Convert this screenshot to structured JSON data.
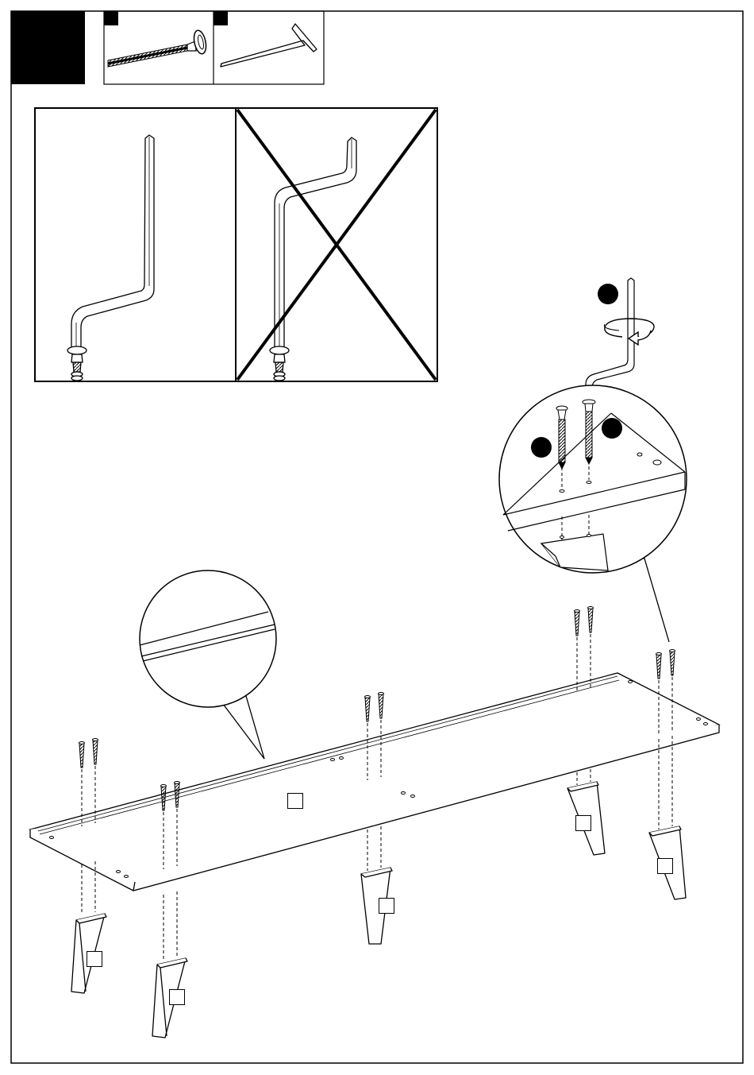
{
  "step": {
    "number": ""
  },
  "parts": [
    {
      "id": "",
      "icon": "long-screw-icon"
    },
    {
      "id": "",
      "icon": "allen-key-icon"
    }
  ],
  "markers": [
    {
      "label": "",
      "part": "table-top"
    },
    {
      "label": "",
      "part": "leg"
    },
    {
      "label": "",
      "part": "leg"
    },
    {
      "label": "",
      "part": "leg"
    },
    {
      "label": "",
      "part": "leg"
    },
    {
      "label": "",
      "part": "leg"
    }
  ],
  "callouts": {
    "correct_key_usage": "correct",
    "wrong_key_usage": "incorrect",
    "rotation_direction": "clockwise",
    "detail_step_badges": [
      "",
      "",
      ""
    ]
  },
  "colors": {
    "ink": "#000000",
    "paper": "#ffffff"
  }
}
